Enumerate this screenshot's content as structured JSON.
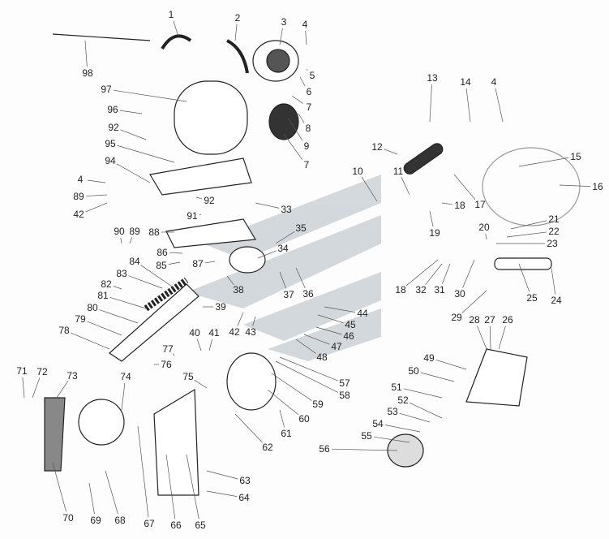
{
  "title": "Exploded parts diagram",
  "labels": [
    "1",
    "2",
    "3",
    "4",
    "5",
    "6",
    "7",
    "8",
    "9",
    "7",
    "98",
    "97",
    "96",
    "92",
    "95",
    "94",
    "4",
    "89",
    "42",
    "92",
    "91",
    "33",
    "90",
    "89",
    "88",
    "86",
    "85",
    "87",
    "84",
    "83",
    "82",
    "81",
    "80",
    "79",
    "78",
    "34",
    "35",
    "38",
    "37",
    "36",
    "39",
    "42",
    "43",
    "40",
    "41",
    "44",
    "45",
    "46",
    "47",
    "48",
    "77",
    "76",
    "75",
    "74",
    "73",
    "71",
    "72",
    "57",
    "58",
    "59",
    "60",
    "61",
    "62",
    "63",
    "64",
    "65",
    "66",
    "67",
    "68",
    "69",
    "70",
    "13",
    "14",
    "4",
    "12",
    "10",
    "11",
    "18",
    "17",
    "19",
    "15",
    "16",
    "20",
    "21",
    "22",
    "23",
    "18",
    "32",
    "31",
    "30",
    "25",
    "24",
    "29",
    "28",
    "27",
    "26",
    "49",
    "50",
    "51",
    "52",
    "53",
    "54",
    "55",
    "56"
  ],
  "colors": {
    "ink": "#222222",
    "watermark": "#c9cfd4"
  }
}
